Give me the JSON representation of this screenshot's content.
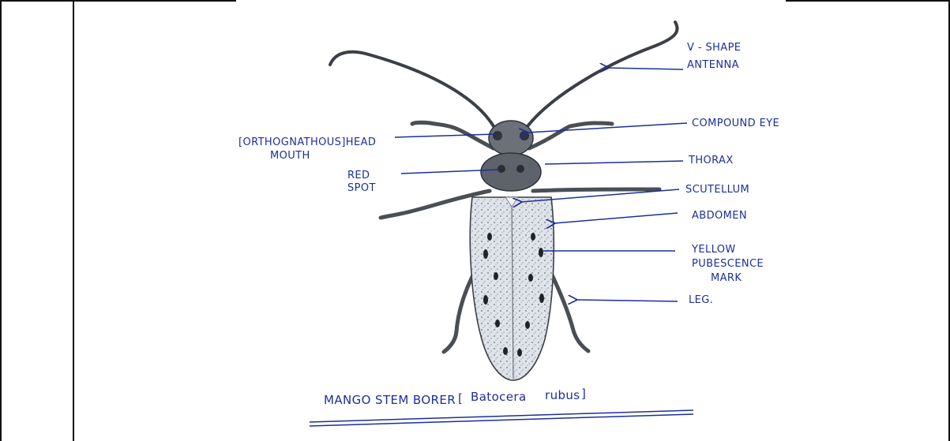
{
  "diagram": {
    "title_prefix": "MANGO STEM BORER",
    "title_genus": "Batocera",
    "title_species": "rubus",
    "labels": {
      "antenna_1": "V - SHAPE",
      "antenna_2": "ANTENNA",
      "compound_eye": "COMPOUND EYE",
      "head_1": "[ORTHOGNATHOUS]HEAD",
      "head_2": "MOUTH",
      "thorax": "THORAX",
      "red_spot_1": "RED",
      "red_spot_2": "SPOT",
      "scutellum": "SCUTELLUM",
      "abdomen": "ABDOMEN",
      "yellow_1": "YELLOW",
      "yellow_2": "PUBESCENCE",
      "yellow_3": "MARK",
      "leg": "LEG."
    }
  },
  "colors": {
    "ink": "#1c2f9a",
    "beetle_body": "#d9dde4",
    "beetle_dark": "#3b3f46",
    "border": "#111111"
  }
}
